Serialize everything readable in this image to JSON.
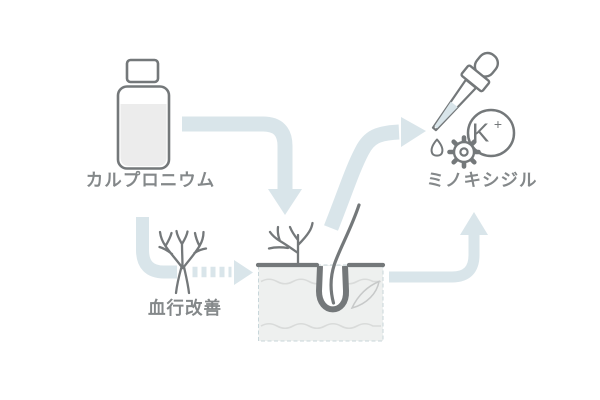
{
  "page": {
    "background": "#ffffff"
  },
  "colors": {
    "paper": "#ffffff",
    "arrow": "#d9e5ea",
    "ink": "#74787a",
    "label": "#84888a",
    "skin": "#eef0ef",
    "liquid": "#ececec",
    "wave": "#d9dbda",
    "gland": "#c7c9c9",
    "skinedge": "#c8d6da"
  },
  "diagram": {
    "nodes": [
      {
        "id": "carpronium",
        "label": "カルプロニウム",
        "icon": "medicine-bottle-icon"
      },
      {
        "id": "blood-circulation",
        "label": "血行改善",
        "icon": "blood-vessel-icon"
      },
      {
        "id": "minoxidil",
        "label": "ミノキシジル",
        "icon": "dropper-icon",
        "badge_text": "K",
        "badge_superscript": "+",
        "extra_icons": [
          "potassium-ion-badge",
          "gear-icon"
        ]
      },
      {
        "id": "scalp",
        "label": "",
        "icon": "skin-hair-follicle-icon"
      }
    ],
    "edges": [
      {
        "from": "carpronium",
        "to": "scalp",
        "style": "solid-bent-down"
      },
      {
        "from": "carpronium",
        "to": "blood-circulation",
        "style": "solid-bent-right"
      },
      {
        "from": "blood-circulation",
        "to": "scalp",
        "style": "dashed-right"
      },
      {
        "from": "scalp",
        "to": "minoxidil",
        "style": "solid-curved-up-right"
      },
      {
        "from": "scalp",
        "to": "minoxidil",
        "style": "solid-bent-up"
      }
    ]
  }
}
